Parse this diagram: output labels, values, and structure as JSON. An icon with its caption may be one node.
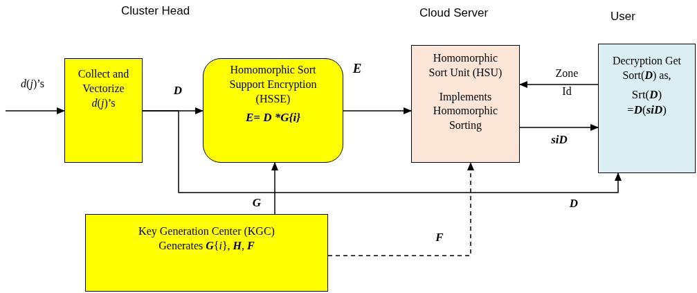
{
  "diagram": {
    "nodes": [
      {
        "text": [
          "Collect and Vectorize *d*(*j*)’s"
        ]
      },
      {
        "text": [
          "Homomorphic Sort Support Encryption (HSSE)",
          "E= D *G{i}"
        ]
      },
      {
        "text": [
          "Homomorphic Sort Unit (HSU)",
          "Implements Homomorphic Sorting"
        ]
      },
      {
        "text": [
          "Decryption Get Sort(**D**) as,",
          "Srt(**D**) =**D**(**siD**)"
        ]
      },
      {
        "text": [
          "Key Generation Center (KGC) Generates **G**{*i*}, **H**, **F**"
        ]
      }
    ],
    "edges": [
      {
        "from": null,
        "to": 0,
        "arrow": "to",
        "label": "*d*(*j*)’s"
      },
      {
        "from": 0,
        "to": 1,
        "arrow": "to",
        "label": "D"
      },
      {
        "from": 1,
        "to": 2,
        "arrow": "to",
        "label": "E"
      },
      {
        "from": 3,
        "to": 2,
        "arrow": "to",
        "label": "Zone Id"
      },
      {
        "from": 2,
        "to": 3,
        "arrow": "to",
        "label": "siD"
      },
      {
        "from": 0,
        "to": 3,
        "arrow": "to",
        "label": "D"
      },
      {
        "from": 4,
        "to": 1,
        "arrow": "to",
        "label": "G"
      },
      {
        "from": 4,
        "to": 2,
        "arrow": "to",
        "label": "F",
        "style": "dashed"
      }
    ],
    "labels": [
      "Cluster Head",
      "Cloud Server",
      "User"
    ]
  }
}
